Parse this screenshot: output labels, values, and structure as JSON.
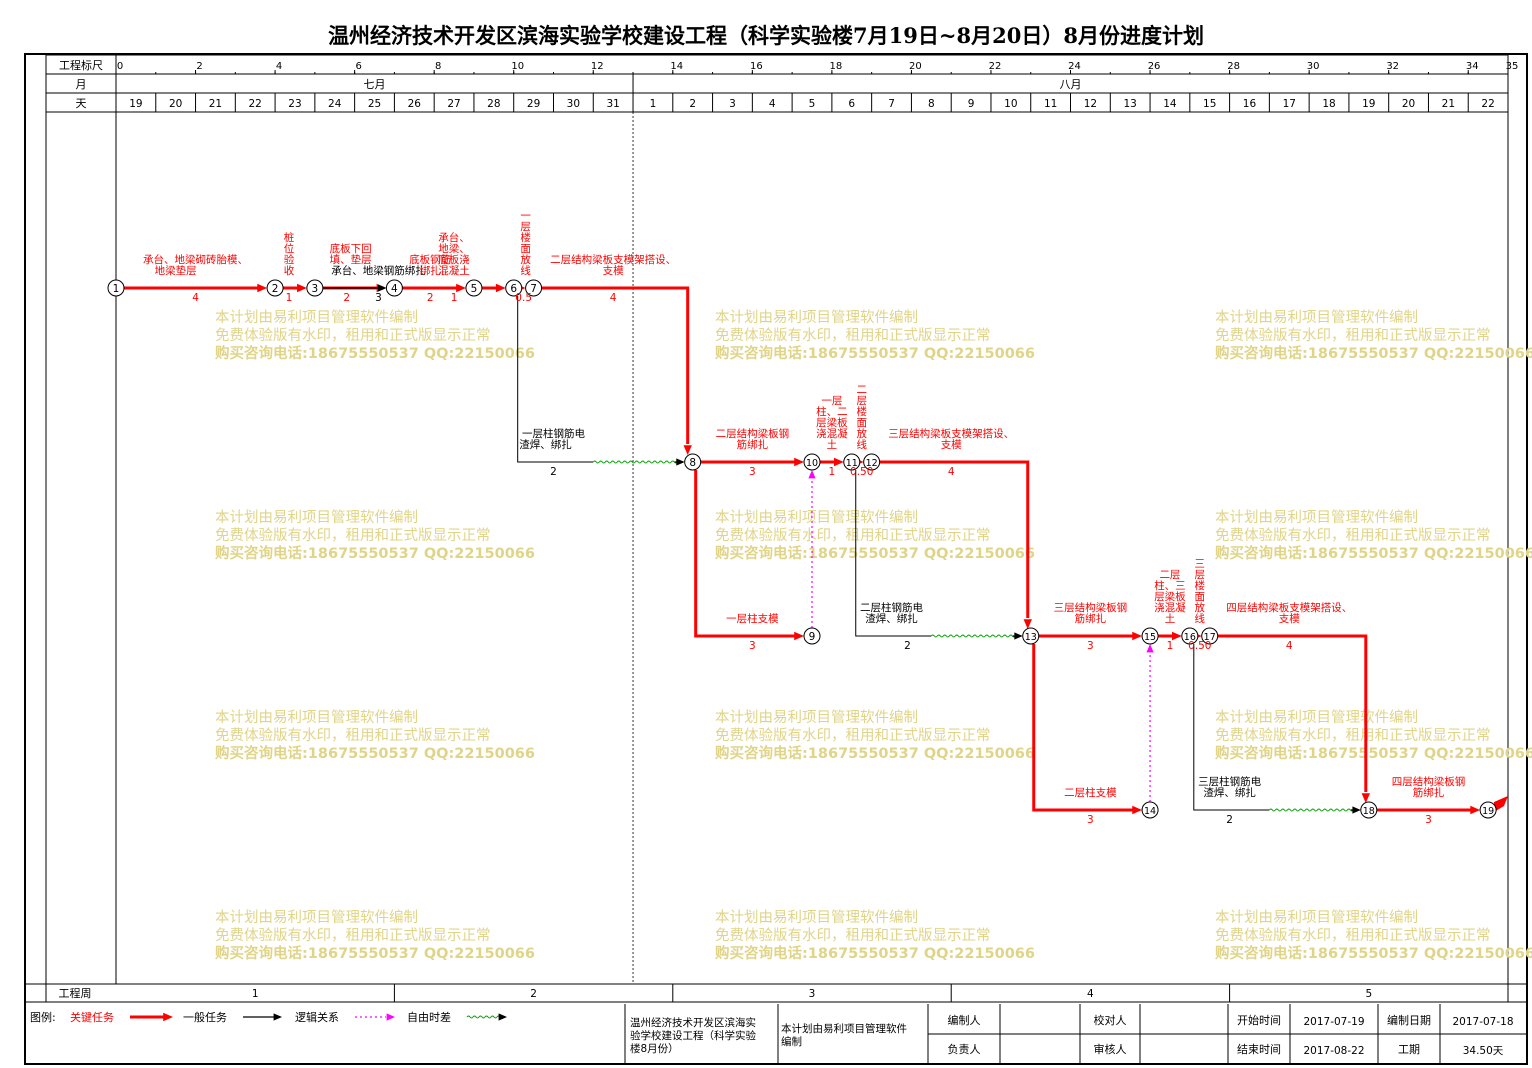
{
  "title": "温州经济技术开发区滨海实验学校建设工程（科学实验楼7月19日~8月20日）8月份进度计划",
  "row_labels": {
    "scale": "工程标尺",
    "month": "月",
    "day": "天",
    "week": "工程周"
  },
  "scale_ticks": [
    "0",
    "2",
    "4",
    "6",
    "8",
    "10",
    "12",
    "14",
    "16",
    "18",
    "20",
    "22",
    "24",
    "26",
    "28",
    "30",
    "32",
    "34",
    "35"
  ],
  "months": [
    "七月",
    "八月"
  ],
  "days": [
    "19",
    "20",
    "21",
    "22",
    "23",
    "24",
    "25",
    "26",
    "27",
    "28",
    "29",
    "30",
    "31",
    "1",
    "2",
    "3",
    "4",
    "5",
    "6",
    "7",
    "8",
    "9",
    "10",
    "11",
    "12",
    "13",
    "14",
    "15",
    "16",
    "17",
    "18",
    "19",
    "20",
    "21",
    "22"
  ],
  "weeks": [
    "1",
    "2",
    "3",
    "4",
    "5"
  ],
  "watermark": [
    "本计划由易利项目管理软件编制",
    "免费体验版有水印，租用和正式版显示正常",
    "购买咨询电话:18675550537 QQ:22150066"
  ],
  "legend": {
    "label": "图例:",
    "critical": "关键任务",
    "general": "一般任务",
    "logic": "逻辑关系",
    "float": "自由时差"
  },
  "footer": {
    "project": "温州经济技术开发区滨海实验学校建设工程（科学实验楼8月份）",
    "software": "本计划由易利项目管理软件编制",
    "editor": "编制人",
    "checker": "校对人",
    "manager": "负责人",
    "reviewer": "审核人",
    "start_label": "开始时间",
    "start_value": "2017-07-19",
    "end_label": "结束时间",
    "end_value": "2017-08-22",
    "date_label": "编制日期",
    "date_value": "2017-07-18",
    "duration_label": "工期",
    "duration_value": "34.50天"
  },
  "colors": {
    "critical": "#ff0000",
    "general": "#000000",
    "logic": "#ff00ff",
    "float": "#00a000",
    "watermark": "#e0d488"
  },
  "network": {
    "nodes": [
      {
        "id": "1",
        "t": 0,
        "lane": 0
      },
      {
        "id": "2",
        "t": 4,
        "lane": 0
      },
      {
        "id": "3",
        "t": 5,
        "lane": 0
      },
      {
        "id": "4",
        "t": 7,
        "lane": 0
      },
      {
        "id": "5",
        "t": 9,
        "lane": 0
      },
      {
        "id": "6",
        "t": 10,
        "lane": 0
      },
      {
        "id": "7",
        "t": 10.5,
        "lane": 0
      },
      {
        "id": "8",
        "t": 14.5,
        "lane": 1
      },
      {
        "id": "9",
        "t": 17.5,
        "lane": 2
      },
      {
        "id": "10",
        "t": 17.5,
        "lane": 1
      },
      {
        "id": "11",
        "t": 18.5,
        "lane": 1
      },
      {
        "id": "12",
        "t": 19,
        "lane": 1
      },
      {
        "id": "13",
        "t": 23,
        "lane": 2
      },
      {
        "id": "14",
        "t": 26,
        "lane": 3
      },
      {
        "id": "15",
        "t": 26,
        "lane": 2
      },
      {
        "id": "16",
        "t": 27,
        "lane": 2
      },
      {
        "id": "17",
        "t": 27.5,
        "lane": 2
      },
      {
        "id": "18",
        "t": 31.5,
        "lane": 3
      },
      {
        "id": "19",
        "t": 34.5,
        "lane": 3
      }
    ],
    "labels": [
      {
        "text": "承台、地梁砌砖胎模、",
        "t": 2,
        "lane": 0,
        "row": -2,
        "color": "critical"
      },
      {
        "text": "地梁垫层",
        "t": 1.5,
        "lane": 0,
        "row": -1,
        "color": "critical"
      },
      {
        "text": "4",
        "t": 2,
        "lane": 0,
        "row": 1,
        "color": "critical"
      },
      {
        "text": "桩",
        "t": 4.35,
        "lane": 0,
        "row": -4,
        "color": "critical"
      },
      {
        "text": "位",
        "t": 4.35,
        "lane": 0,
        "row": -3,
        "color": "critical"
      },
      {
        "text": "验",
        "t": 4.35,
        "lane": 0,
        "row": -2,
        "color": "critical"
      },
      {
        "text": "收",
        "t": 4.35,
        "lane": 0,
        "row": -1,
        "color": "critical"
      },
      {
        "text": "1",
        "t": 4.35,
        "lane": 0,
        "row": 1,
        "color": "critical"
      },
      {
        "text": "底板下回",
        "t": 5.9,
        "lane": 0,
        "row": -3,
        "color": "critical"
      },
      {
        "text": "填、垫层",
        "t": 5.9,
        "lane": 0,
        "row": -2,
        "color": "critical"
      },
      {
        "text": "承台、地梁钢筋绑扎",
        "t": 6.6,
        "lane": 0,
        "row": -1,
        "color": "general"
      },
      {
        "text": "2",
        "t": 5.8,
        "lane": 0,
        "row": 1,
        "color": "critical"
      },
      {
        "text": "3",
        "t": 6.6,
        "lane": 0,
        "row": 1,
        "color": "general"
      },
      {
        "text": "底板钢筋",
        "t": 7.9,
        "lane": 0,
        "row": -2,
        "color": "critical"
      },
      {
        "text": "绑扎",
        "t": 7.9,
        "lane": 0,
        "row": -1,
        "color": "critical"
      },
      {
        "text": "2",
        "t": 7.9,
        "lane": 0,
        "row": 1,
        "color": "critical"
      },
      {
        "text": "承台、",
        "t": 8.5,
        "lane": 0,
        "row": -4,
        "color": "critical"
      },
      {
        "text": "地梁、",
        "t": 8.5,
        "lane": 0,
        "row": -3,
        "color": "critical"
      },
      {
        "text": "底板浇",
        "t": 8.5,
        "lane": 0,
        "row": -2,
        "color": "critical"
      },
      {
        "text": "混凝土",
        "t": 8.5,
        "lane": 0,
        "row": -1,
        "color": "critical"
      },
      {
        "text": "1",
        "t": 8.5,
        "lane": 0,
        "row": 1,
        "color": "critical"
      },
      {
        "text": "一",
        "t": 10.3,
        "lane": 0,
        "row": -6,
        "color": "critical"
      },
      {
        "text": "层",
        "t": 10.3,
        "lane": 0,
        "row": -5,
        "color": "critical"
      },
      {
        "text": "楼",
        "t": 10.3,
        "lane": 0,
        "row": -4,
        "color": "critical"
      },
      {
        "text": "面",
        "t": 10.3,
        "lane": 0,
        "row": -3,
        "color": "critical"
      },
      {
        "text": "放",
        "t": 10.3,
        "lane": 0,
        "row": -2,
        "color": "critical"
      },
      {
        "text": "线",
        "t": 10.3,
        "lane": 0,
        "row": -1,
        "color": "critical"
      },
      {
        "text": "0.5",
        "t": 10.25,
        "lane": 0,
        "row": 1,
        "color": "critical"
      },
      {
        "text": "二层结构梁板支模架搭设、",
        "t": 12.5,
        "lane": 0,
        "row": -2,
        "color": "critical"
      },
      {
        "text": "支模",
        "t": 12.5,
        "lane": 0,
        "row": -1,
        "color": "critical"
      },
      {
        "text": "4",
        "t": 12.5,
        "lane": 0,
        "row": 1,
        "color": "critical"
      },
      {
        "text": "一层柱钢筋电",
        "t": 11,
        "lane": 1,
        "row": -2,
        "color": "general"
      },
      {
        "text": "渣焊、绑扎",
        "t": 10.8,
        "lane": 1,
        "row": -1,
        "color": "general"
      },
      {
        "text": "2",
        "t": 11,
        "lane": 1,
        "row": 1,
        "color": "general"
      },
      {
        "text": "二层结构梁板钢",
        "t": 16,
        "lane": 1,
        "row": -2,
        "color": "critical"
      },
      {
        "text": "筋绑扎",
        "t": 16,
        "lane": 1,
        "row": -1,
        "color": "critical"
      },
      {
        "text": "3",
        "t": 16,
        "lane": 1,
        "row": 1,
        "color": "critical"
      },
      {
        "text": "一层",
        "t": 18,
        "lane": 1,
        "row": -5,
        "color": "critical"
      },
      {
        "text": "柱、二",
        "t": 18,
        "lane": 1,
        "row": -4,
        "color": "critical"
      },
      {
        "text": "层梁板",
        "t": 18,
        "lane": 1,
        "row": -3,
        "color": "critical"
      },
      {
        "text": "浇混凝",
        "t": 18,
        "lane": 1,
        "row": -2,
        "color": "critical"
      },
      {
        "text": "土",
        "t": 18,
        "lane": 1,
        "row": -1,
        "color": "critical"
      },
      {
        "text": "1",
        "t": 18,
        "lane": 1,
        "row": 1,
        "color": "critical"
      },
      {
        "text": "二",
        "t": 18.75,
        "lane": 1,
        "row": -6,
        "color": "critical"
      },
      {
        "text": "层",
        "t": 18.75,
        "lane": 1,
        "row": -5,
        "color": "critical"
      },
      {
        "text": "楼",
        "t": 18.75,
        "lane": 1,
        "row": -4,
        "color": "critical"
      },
      {
        "text": "面",
        "t": 18.75,
        "lane": 1,
        "row": -3,
        "color": "critical"
      },
      {
        "text": "放",
        "t": 18.75,
        "lane": 1,
        "row": -2,
        "color": "critical"
      },
      {
        "text": "线",
        "t": 18.75,
        "lane": 1,
        "row": -1,
        "color": "critical"
      },
      {
        "text": "0.50",
        "t": 18.75,
        "lane": 1,
        "row": 1,
        "color": "critical"
      },
      {
        "text": "三层结构梁板支模架搭设、",
        "t": 21,
        "lane": 1,
        "row": -2,
        "color": "critical"
      },
      {
        "text": "支模",
        "t": 21,
        "lane": 1,
        "row": -1,
        "color": "critical"
      },
      {
        "text": "4",
        "t": 21,
        "lane": 1,
        "row": 1,
        "color": "critical"
      },
      {
        "text": "一层柱支模",
        "t": 16,
        "lane": 2,
        "row": -1,
        "color": "critical"
      },
      {
        "text": "3",
        "t": 16,
        "lane": 2,
        "row": 1,
        "color": "critical"
      },
      {
        "text": "二层柱钢筋电",
        "t": 19.5,
        "lane": 2,
        "row": -2,
        "color": "general"
      },
      {
        "text": "渣焊、绑扎",
        "t": 19.5,
        "lane": 2,
        "row": -1,
        "color": "general"
      },
      {
        "text": "2",
        "t": 19.9,
        "lane": 2,
        "row": 1,
        "color": "general"
      },
      {
        "text": "三层结构梁板钢",
        "t": 24.5,
        "lane": 2,
        "row": -2,
        "color": "critical"
      },
      {
        "text": "筋绑扎",
        "t": 24.5,
        "lane": 2,
        "row": -1,
        "color": "critical"
      },
      {
        "text": "3",
        "t": 24.5,
        "lane": 2,
        "row": 1,
        "color": "critical"
      },
      {
        "text": "二层",
        "t": 26.5,
        "lane": 2,
        "row": -5,
        "color": "critical"
      },
      {
        "text": "柱、三",
        "t": 26.5,
        "lane": 2,
        "row": -4,
        "color": "critical"
      },
      {
        "text": "层梁板",
        "t": 26.5,
        "lane": 2,
        "row": -3,
        "color": "critical"
      },
      {
        "text": "浇混凝",
        "t": 26.5,
        "lane": 2,
        "row": -2,
        "color": "critical"
      },
      {
        "text": "土",
        "t": 26.5,
        "lane": 2,
        "row": -1,
        "color": "critical"
      },
      {
        "text": "1",
        "t": 26.5,
        "lane": 2,
        "row": 1,
        "color": "critical"
      },
      {
        "text": "三",
        "t": 27.25,
        "lane": 2,
        "row": -6,
        "color": "critical"
      },
      {
        "text": "层",
        "t": 27.25,
        "lane": 2,
        "row": -5,
        "color": "critical"
      },
      {
        "text": "楼",
        "t": 27.25,
        "lane": 2,
        "row": -4,
        "color": "critical"
      },
      {
        "text": "面",
        "t": 27.25,
        "lane": 2,
        "row": -3,
        "color": "critical"
      },
      {
        "text": "放",
        "t": 27.25,
        "lane": 2,
        "row": -2,
        "color": "critical"
      },
      {
        "text": "线",
        "t": 27.25,
        "lane": 2,
        "row": -1,
        "color": "critical"
      },
      {
        "text": "0.50",
        "t": 27.25,
        "lane": 2,
        "row": 1,
        "color": "critical"
      },
      {
        "text": "四层结构梁板支模架搭设、",
        "t": 29.5,
        "lane": 2,
        "row": -2,
        "color": "critical"
      },
      {
        "text": "支模",
        "t": 29.5,
        "lane": 2,
        "row": -1,
        "color": "critical"
      },
      {
        "text": "4",
        "t": 29.5,
        "lane": 2,
        "row": 1,
        "color": "critical"
      },
      {
        "text": "二层柱支模",
        "t": 24.5,
        "lane": 3,
        "row": -1,
        "color": "critical"
      },
      {
        "text": "3",
        "t": 24.5,
        "lane": 3,
        "row": 1,
        "color": "critical"
      },
      {
        "text": "三层柱钢筋电",
        "t": 28,
        "lane": 3,
        "row": -2,
        "color": "general"
      },
      {
        "text": "渣焊、绑扎",
        "t": 28,
        "lane": 3,
        "row": -1,
        "color": "general"
      },
      {
        "text": "2",
        "t": 28,
        "lane": 3,
        "row": 1,
        "color": "general"
      },
      {
        "text": "四层结构梁板钢",
        "t": 33,
        "lane": 3,
        "row": -2,
        "color": "critical"
      },
      {
        "text": "筋绑扎",
        "t": 33,
        "lane": 3,
        "row": -1,
        "color": "critical"
      },
      {
        "text": "3",
        "t": 33,
        "lane": 3,
        "row": 1,
        "color": "critical"
      }
    ]
  }
}
